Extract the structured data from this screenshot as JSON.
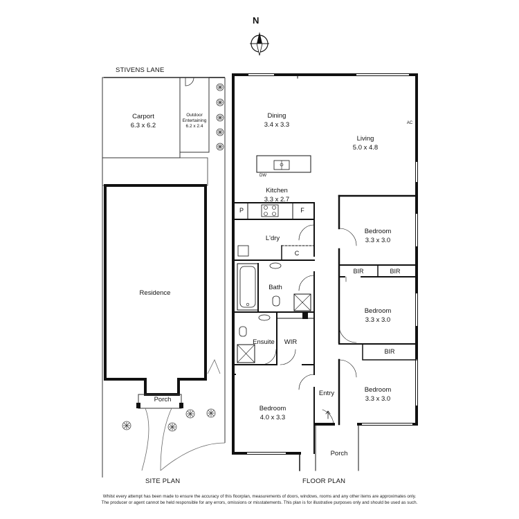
{
  "compass": {
    "label": "N"
  },
  "site_plan": {
    "street": "STIVENS LANE",
    "title": "SITE PLAN",
    "carport": {
      "name": "Carport",
      "dims": "6.3 x 6.2"
    },
    "outdoor": {
      "name": "Outdoor Entertaining",
      "dims": "6.2 x 2.4"
    },
    "residence": {
      "name": "Residence"
    },
    "porch": {
      "name": "Porch"
    }
  },
  "floor_plan": {
    "title": "FLOOR PLAN",
    "rooms": {
      "dining": {
        "name": "Dining",
        "dims": "3.4 x 3.3"
      },
      "living": {
        "name": "Living",
        "dims": "5.0 x 4.8"
      },
      "kitchen": {
        "name": "Kitchen",
        "dims": "3.3 x 2.7"
      },
      "laundry": {
        "name": "L'dry"
      },
      "bath": {
        "name": "Bath"
      },
      "ensuite": {
        "name": "Ensuite"
      },
      "wir": {
        "name": "WIR"
      },
      "master_bedroom": {
        "name": "Bedroom",
        "dims": "4.0 x 3.3"
      },
      "entry": {
        "name": "Entry"
      },
      "porch": {
        "name": "Porch"
      },
      "bedroom_1": {
        "name": "Bedroom",
        "dims": "3.3 x 3.0"
      },
      "bedroom_2": {
        "name": "Bedroom",
        "dims": "3.3 x 3.0"
      },
      "bedroom_3": {
        "name": "Bedroom",
        "dims": "3.3 x 3.0"
      }
    },
    "codes": {
      "pantry": "P",
      "fridge": "F",
      "cupboard": "C",
      "bir_1": "BIR",
      "bir_2": "BIR",
      "bir_3": "BIR",
      "dishwasher": "DW",
      "air_conditioner": "AC"
    }
  },
  "disclaimer": {
    "line1": "Whilst every attempt has been made to ensure the accuracy of this floorplan, measurements of doors, windows, rooms and any other items are approximates only.",
    "line2": "The producer or agent cannot be held responsible for any errors, omissions or misstatements. This plan is for illustrative purposes only and should be used as such."
  }
}
